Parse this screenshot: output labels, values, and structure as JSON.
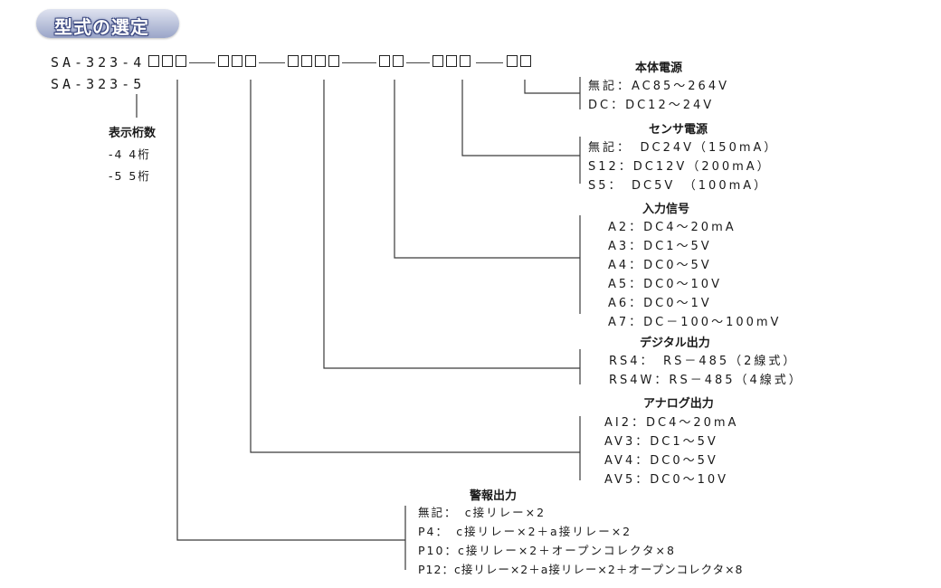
{
  "title": "型式の選定",
  "model_lines": [
    "SA-323-4",
    "SA-323-5"
  ],
  "digits": {
    "heading": "表示桁数",
    "items": [
      "-4 4桁",
      "-5 5桁"
    ]
  },
  "groups": [
    {
      "heading": "本体電源",
      "items": [
        "無記：AC85～264V",
        "DC：DC12～24V"
      ]
    },
    {
      "heading": "センサ電源",
      "items": [
        "無記：　DC24V（150mA）",
        "S12：DC12V（200mA）",
        "S5：　DC5V　（100mA）"
      ]
    },
    {
      "heading": "入力信号",
      "items": [
        "A2：DC4～20mA",
        "A3：DC1～5V",
        "A4：DC0～5V",
        "A5：DC0～10V",
        "A6：DC0～1V",
        "A7：DC－100～100mV"
      ]
    },
    {
      "heading": "デジタル出力",
      "items": [
        "RS4：　RS－485（2線式）",
        "RS4W：RS－485（4線式）"
      ]
    },
    {
      "heading": "アナログ出力",
      "items": [
        "AI2：DC4～20mA",
        "AV3：DC1～5V",
        "AV4：DC0～5V",
        "AV5：DC0～10V"
      ]
    },
    {
      "heading": "警報出力",
      "items": [
        "無記：　c接リレー×2",
        "P4：　c接リレー×2＋a接リレー×2",
        "P10：c接リレー×2＋オープンコレクタ×8",
        "P12：c接リレー×2＋a接リレー×2＋オープンコレクタ×8"
      ]
    }
  ]
}
